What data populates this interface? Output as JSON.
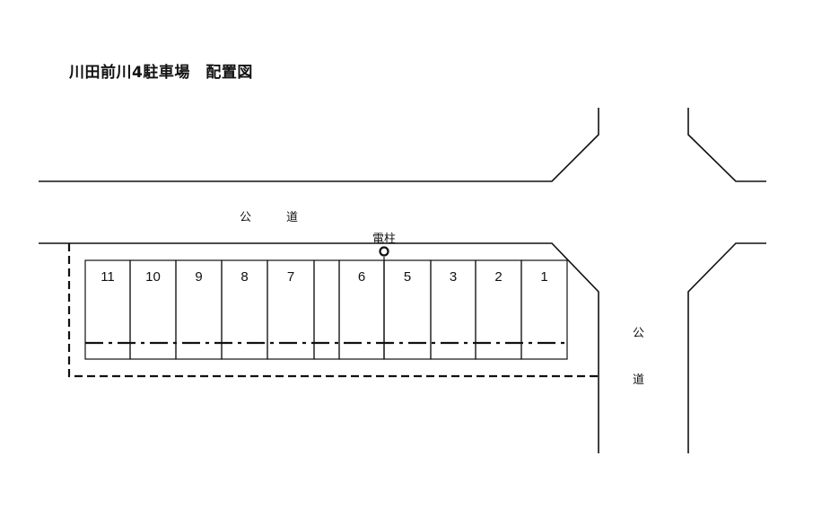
{
  "title": "川田前川4駐車場　配置図",
  "road_top": {
    "char1": "公",
    "char2": "道"
  },
  "road_side": {
    "char1": "公",
    "char2": "道"
  },
  "pole_label": "電柱",
  "spaces": [
    "11",
    "10",
    "9",
    "8",
    "7",
    "",
    "6",
    "5",
    "3",
    "2",
    "1"
  ]
}
